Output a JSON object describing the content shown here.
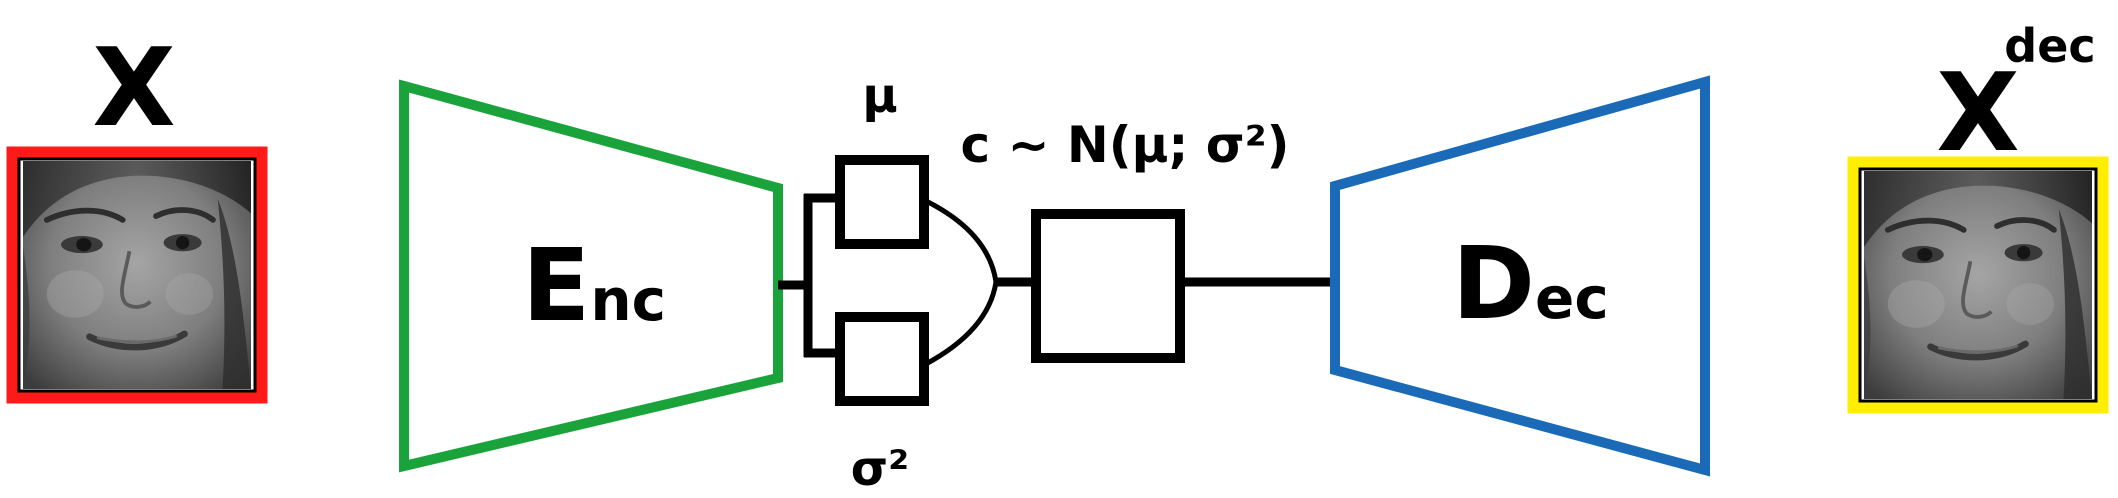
{
  "labels": {
    "input_x": "X",
    "output_x": "X",
    "output_superscript": "dec",
    "encoder_main": "E",
    "encoder_sub": "nc",
    "decoder_main": "D",
    "decoder_sub": "ec",
    "mu": "μ",
    "sigma_sq": "σ²",
    "sampling": "c ~ N(μ; σ²)"
  },
  "colors": {
    "input_frame": "#ff1a1a",
    "output_frame": "#ffee00",
    "encoder": "#1aa33a",
    "decoder": "#1a6ab8",
    "lines": "#000000"
  },
  "images": {
    "input_face": "grayscale-face-photo",
    "output_face": "grayscale-face-photo"
  }
}
